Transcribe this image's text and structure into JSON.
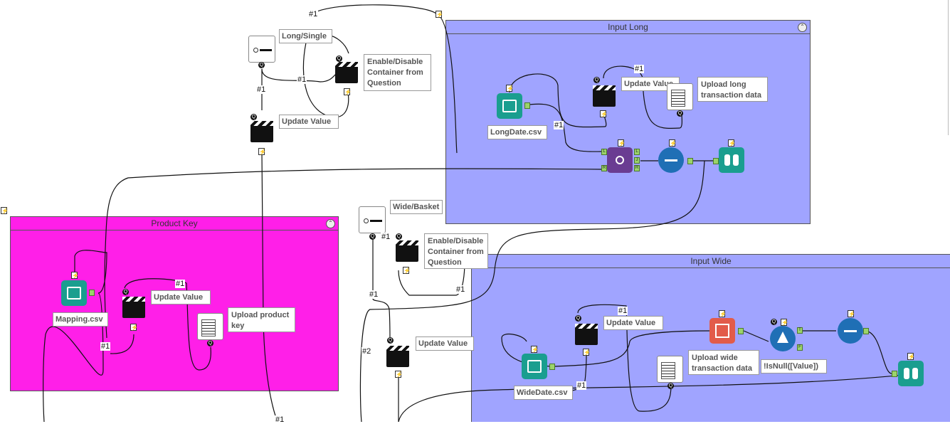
{
  "containers": {
    "input_long": {
      "title": "Input Long",
      "collapse": "⌃"
    },
    "product_key": {
      "title": "Product Key",
      "collapse": "⌃"
    },
    "input_wide": {
      "title": "Input Wide",
      "collapse": "⌃"
    }
  },
  "labels": {
    "long_single": "Long/Single",
    "enable_disable_1": "Enable/Disable Container from Question",
    "update_value_top": "Update Value",
    "update_value_long": "Update Value",
    "upload_long": "Upload long transaction data",
    "longdate": "LongDate.csv",
    "mapping": "Mapping.csv",
    "update_value_pk": "Update Value",
    "upload_product_key": "Upload product key",
    "wide_basket": "Wide/Basket",
    "enable_disable_2": "Enable/Disable Container from Question",
    "update_value_wide_mid": "Update Value",
    "update_value_wide": "Update Value",
    "upload_wide": "Upload wide transaction data",
    "isnull": "!IsNull([Value])",
    "widedate": "WideDate.csv"
  },
  "connections": {
    "c1": "#1",
    "c2": "#1",
    "c3": "#1",
    "c4": "#1",
    "c5": "#1",
    "c6": "#1",
    "c7": "#1",
    "c8": "#1",
    "c9": "#1",
    "c10": "#1",
    "c11": "#1",
    "c12": "#2",
    "c13": "#1",
    "c14": "#1"
  },
  "anchors": {
    "L": "L",
    "R": "R",
    "J": "J",
    "T": "T",
    "F": "F",
    "Q": "Q"
  },
  "icons": {
    "bolt": "⚡",
    "question": "Q"
  },
  "colors": {
    "container_blue": "#a0a4ff",
    "container_magenta": "#ff1fe8",
    "input_tool": "#1a9e8f",
    "join_tool": "#6a3c92",
    "select_tool": "#1f6fb5",
    "crosstab_tool": "#e25b4a"
  }
}
